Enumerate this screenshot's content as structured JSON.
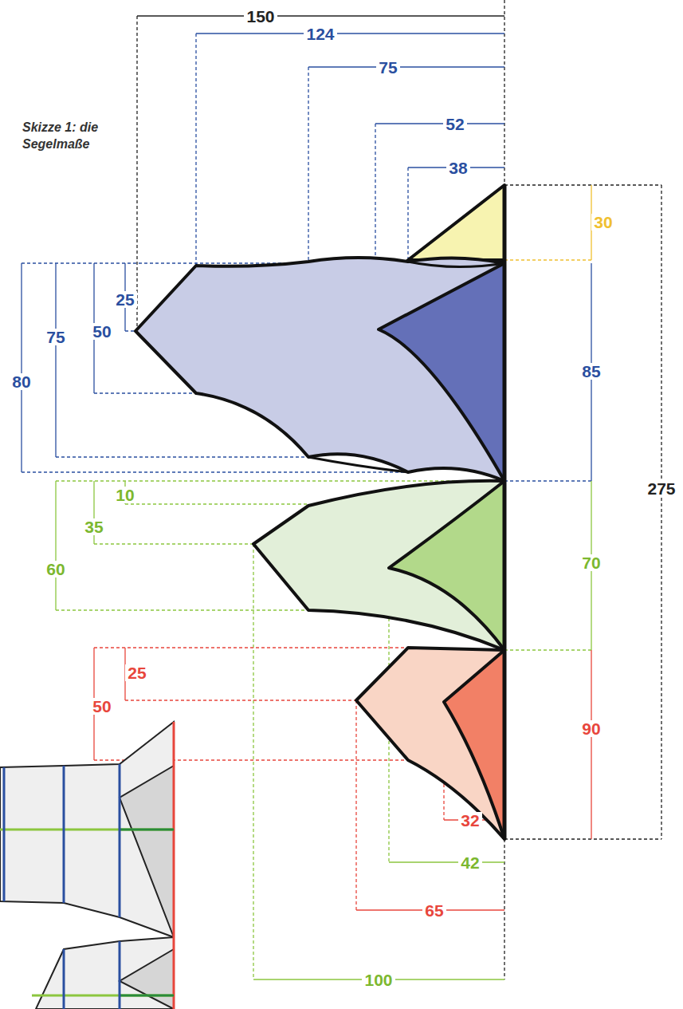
{
  "diagram": {
    "caption": "Skizze 1: die Segelmaße",
    "labels": [
      "150",
      "124",
      "75",
      "52",
      "38",
      "30",
      "85",
      "275",
      "70",
      "90",
      "25",
      "50",
      "75",
      "80",
      "10",
      "35",
      "60",
      "25",
      "50",
      "32",
      "42",
      "65",
      "100"
    ]
  }
}
